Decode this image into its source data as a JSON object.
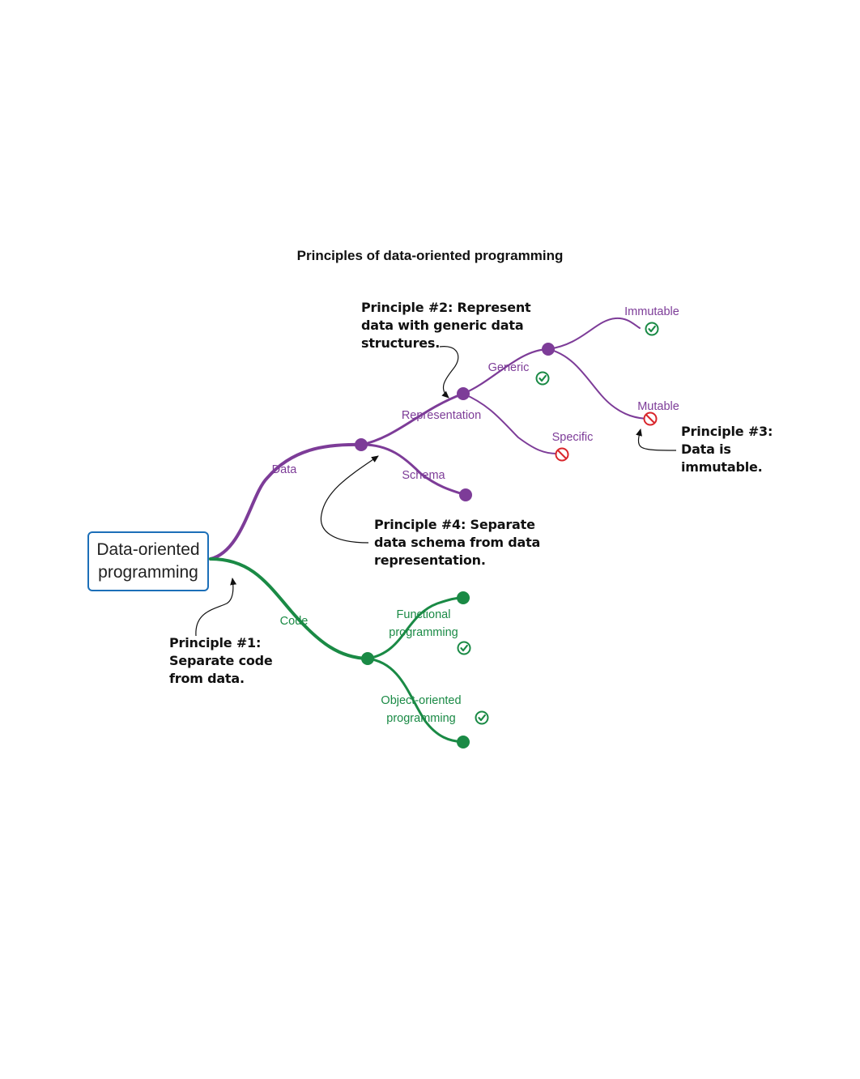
{
  "title": "Principles of data-oriented programming",
  "colors": {
    "data_branch": "#7d3c98",
    "code_branch": "#1a8a45",
    "root_border": "#1c6fb8",
    "ok_icon": "#1a8a45",
    "forbidden_icon": "#d9262c"
  },
  "root": {
    "line1": "Data-oriented",
    "line2": "programming"
  },
  "nodes": {
    "data": "Data",
    "representation": "Representation",
    "schema": "Schema",
    "generic": "Generic",
    "specific": "Specific",
    "immutable": "Immutable",
    "mutable": "Mutable",
    "code": "Code",
    "functional_line1": "Functional",
    "functional_line2": "programming",
    "oop_line1": "Object-oriented",
    "oop_line2": "programming"
  },
  "icons": {
    "generic": "check-circle-icon",
    "specific": "forbidden-icon",
    "immutable": "check-circle-icon",
    "mutable": "forbidden-icon",
    "functional": "check-circle-icon",
    "oop": "check-circle-icon"
  },
  "principles": {
    "p1": {
      "line1": "Principle #1:",
      "line2": "Separate code",
      "line3": "from data."
    },
    "p2": {
      "line1": "Principle #2: Represent",
      "line2": "data with generic data",
      "line3": "structures."
    },
    "p3": {
      "line1": "Principle #3:",
      "line2": "Data is",
      "line3": "immutable."
    },
    "p4": {
      "line1": "Principle #4: Separate",
      "line2": "data schema from data",
      "line3": "representation."
    }
  }
}
